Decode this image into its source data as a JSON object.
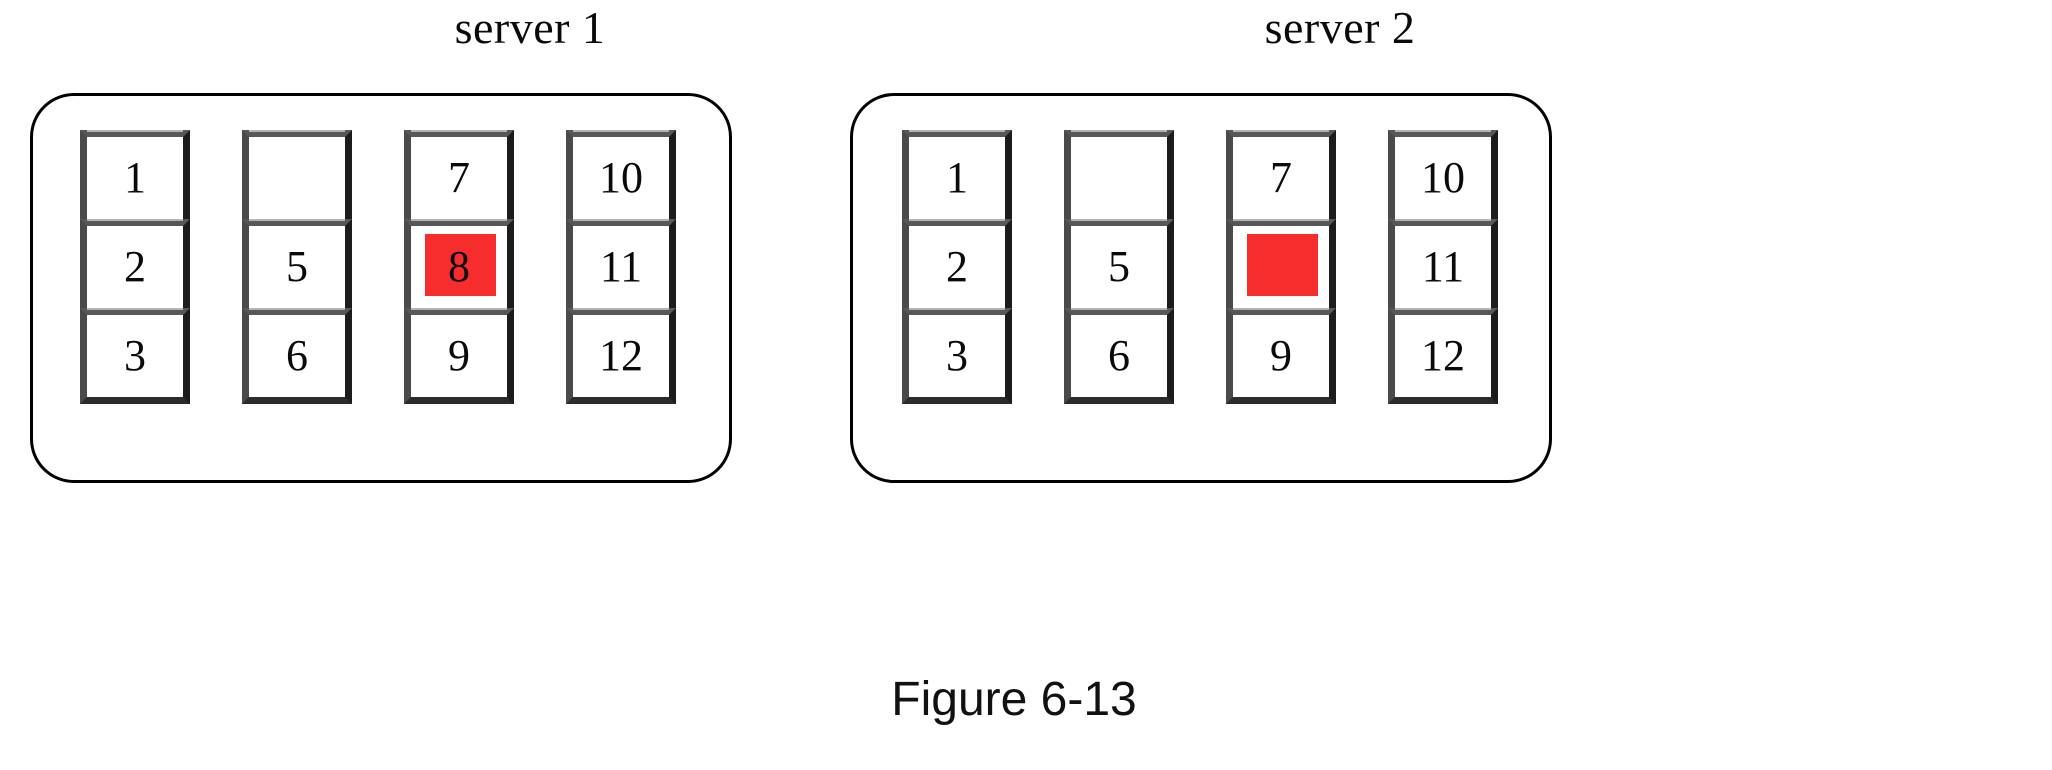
{
  "figure": {
    "caption": "Figure 6-13",
    "background_color": "#ffffff",
    "highlight_color": "#f72d2d",
    "cell_border_color": "#4a4a4a",
    "enclosure_border_color": "#000000"
  },
  "servers": [
    {
      "title": "server 1",
      "columns": [
        {
          "cells": [
            {
              "label": "1",
              "highlighted": false
            },
            {
              "label": "2",
              "highlighted": false
            },
            {
              "label": "3",
              "highlighted": false
            }
          ]
        },
        {
          "cells": [
            {
              "label": "",
              "highlighted": false
            },
            {
              "label": "5",
              "highlighted": false
            },
            {
              "label": "6",
              "highlighted": false
            }
          ]
        },
        {
          "cells": [
            {
              "label": "7",
              "highlighted": false
            },
            {
              "label": "8",
              "highlighted": true
            },
            {
              "label": "9",
              "highlighted": false
            }
          ]
        },
        {
          "cells": [
            {
              "label": "10",
              "highlighted": false
            },
            {
              "label": "11",
              "highlighted": false
            },
            {
              "label": "12",
              "highlighted": false
            }
          ]
        }
      ]
    },
    {
      "title": "server 2",
      "columns": [
        {
          "cells": [
            {
              "label": "1",
              "highlighted": false
            },
            {
              "label": "2",
              "highlighted": false
            },
            {
              "label": "3",
              "highlighted": false
            }
          ]
        },
        {
          "cells": [
            {
              "label": "",
              "highlighted": false
            },
            {
              "label": "5",
              "highlighted": false
            },
            {
              "label": "6",
              "highlighted": false
            }
          ]
        },
        {
          "cells": [
            {
              "label": "7",
              "highlighted": false
            },
            {
              "label": "",
              "highlighted": true
            },
            {
              "label": "9",
              "highlighted": false
            }
          ]
        },
        {
          "cells": [
            {
              "label": "10",
              "highlighted": false
            },
            {
              "label": "11",
              "highlighted": false
            },
            {
              "label": "12",
              "highlighted": false
            }
          ]
        }
      ]
    }
  ]
}
